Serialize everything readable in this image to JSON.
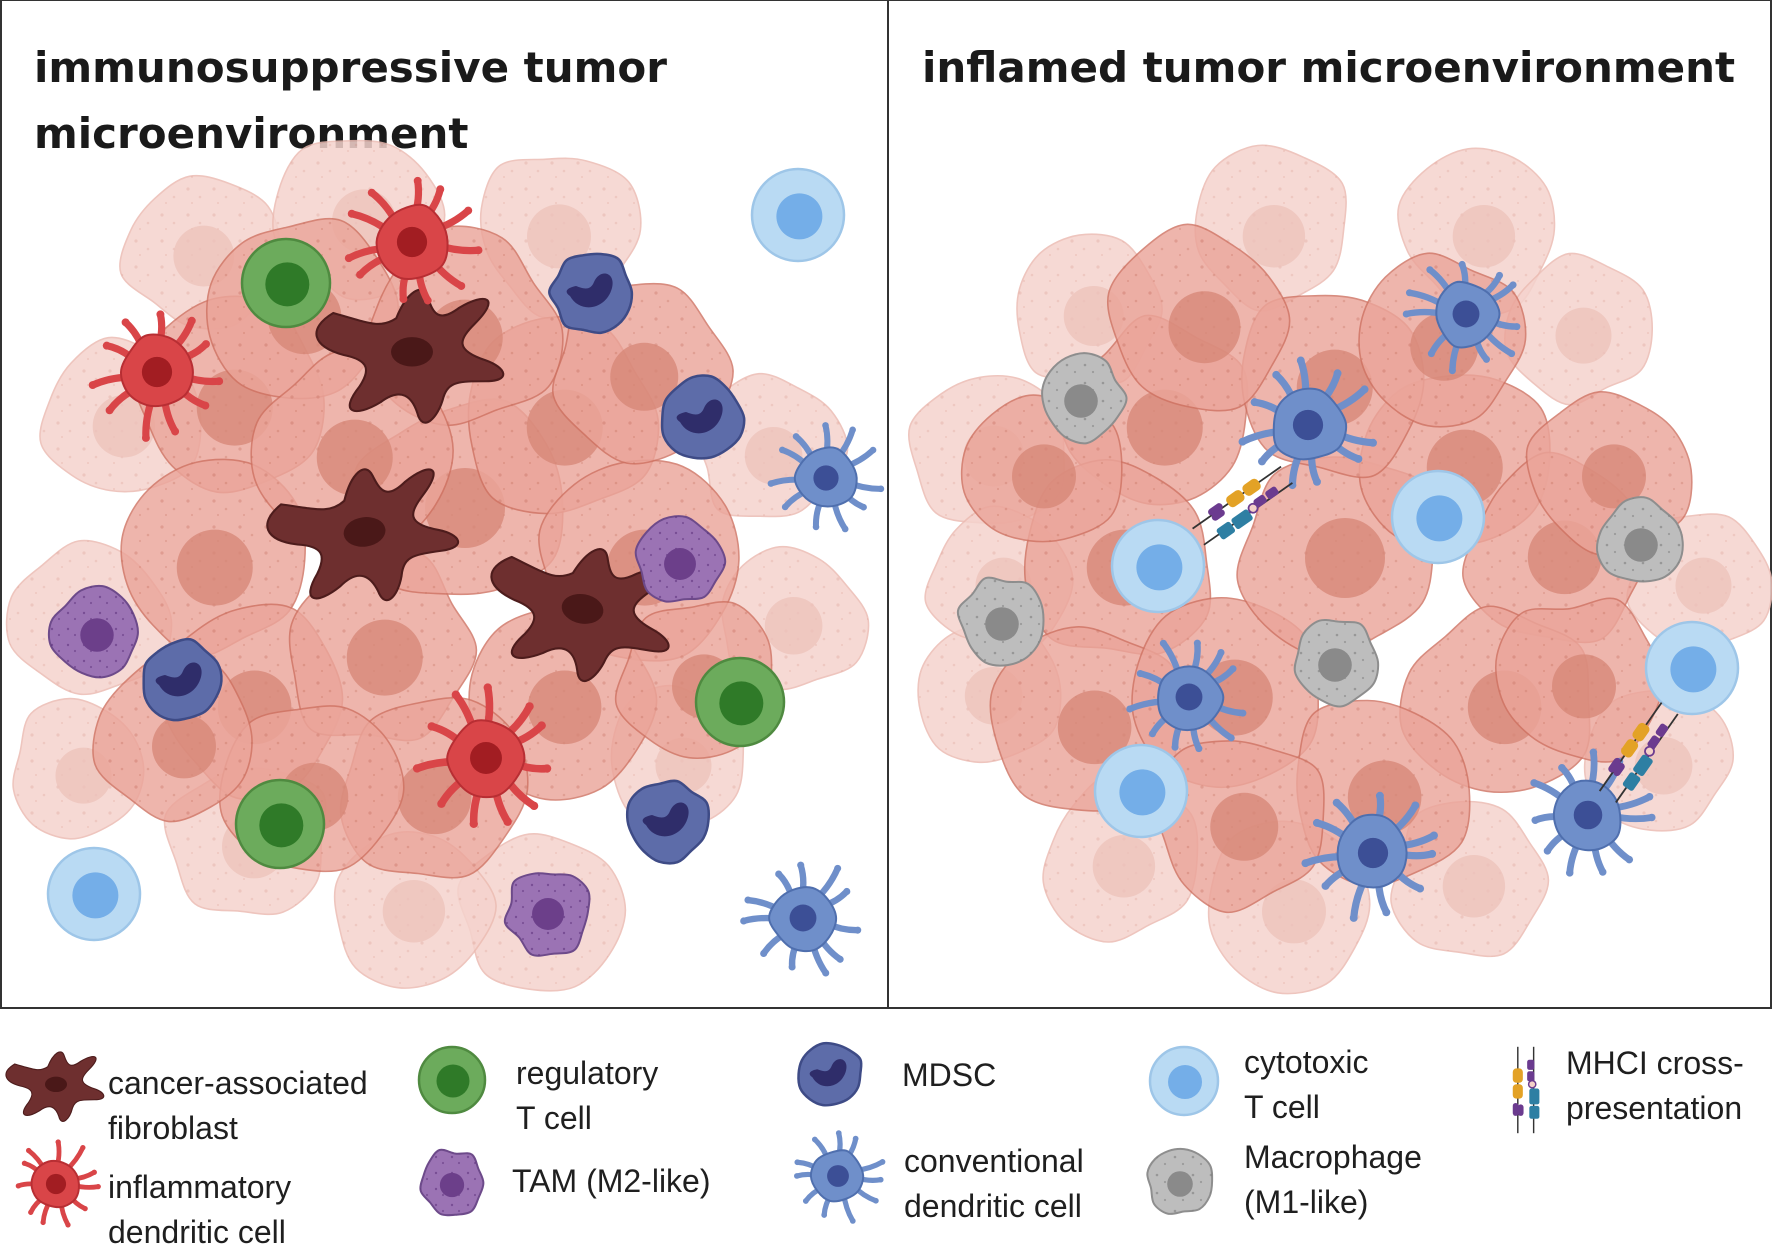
{
  "panels": {
    "left": {
      "title_line1": "immunosuppressive tumor",
      "title_line2": "microenvironment"
    },
    "right": {
      "title_line1": "inflamed tumor microenvironment"
    }
  },
  "legend": {
    "caf": {
      "line1": "cancer-associated",
      "line2": "fibroblast",
      "icon": "fibroblast-icon"
    },
    "idc": {
      "line1": "inflammatory",
      "line2": "dendritic cell",
      "icon": "inflammatory-dc-icon"
    },
    "treg": {
      "line1": "regulatory",
      "line2": "T cell",
      "icon": "treg-icon"
    },
    "tam": {
      "line1": "TAM (M2-like)",
      "icon": "tam-icon"
    },
    "mdsc": {
      "line1": "MDSC",
      "icon": "mdsc-icon"
    },
    "cdc": {
      "line1": "conventional",
      "line2": "dendritic cell",
      "icon": "conventional-dc-icon"
    },
    "ctl": {
      "line1": "cytotoxic",
      "line2": "T cell",
      "icon": "cytotoxic-t-icon"
    },
    "m1": {
      "line1": "Macrophage",
      "line2": "(M1-like)",
      "icon": "macrophage-icon"
    },
    "mhc": {
      "line1": "MHCI cross-",
      "line2": "presentation",
      "icon": "mhc-icon"
    }
  },
  "colors": {
    "tumor_fill": "#eba59a",
    "tumor_stroke": "#cf7363",
    "tumor_nucleus": "#d68676",
    "tumor_faded": "#f5d3cd",
    "fibroblast": "#6e2f2f",
    "fibroblast_nucleus": "#4a1818",
    "inflammatory_dc": "#d94548",
    "inflammatory_dc_nucleus": "#a21d22",
    "treg": "#6cab5c",
    "treg_nucleus": "#2f7a28",
    "mdsc": "#5d6ca9",
    "mdsc_nucleus": "#2f2d6a",
    "conventional_dc": "#6f8fca",
    "conventional_dc_nucleus": "#3c4f96",
    "tam": "#9b73b4",
    "tam_nucleus": "#6c3f8a",
    "cytotoxic_t": "#b9daf3",
    "cytotoxic_t_nucleus": "#74aee8",
    "macrophage": "#bdbdbd",
    "macrophage_nucleus": "#8a8a8a",
    "mhc_orange": "#e3a226",
    "mhc_purple": "#6b3b8f",
    "mhc_blue": "#2e7fa3"
  }
}
